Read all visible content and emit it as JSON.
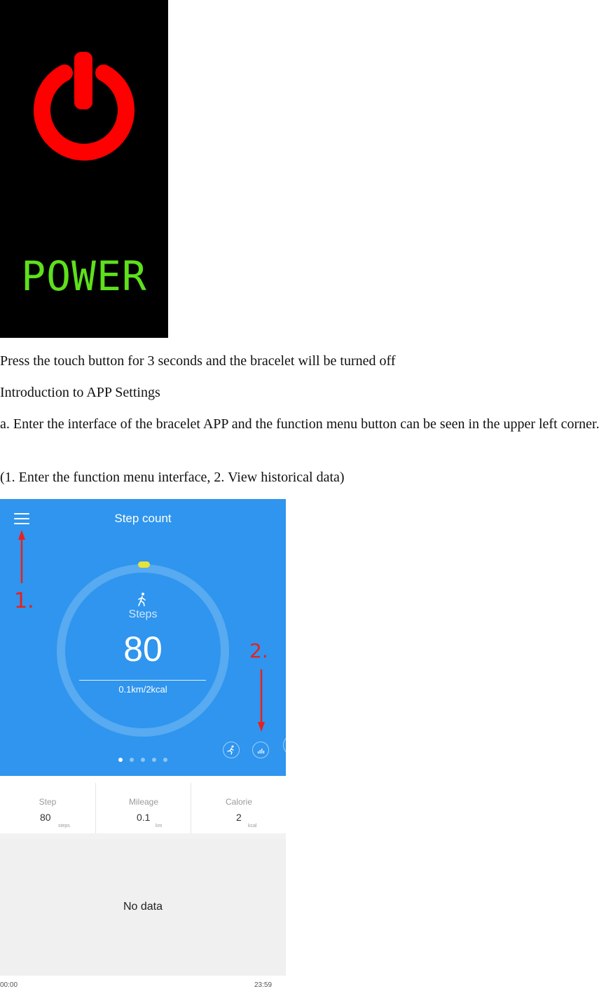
{
  "power_panel": {
    "label": "POWER",
    "icon": "power-icon",
    "icon_color": "#ff0000",
    "label_color": "#5ee01b"
  },
  "paragraphs": {
    "p1": "Press the touch button for 3 seconds and the bracelet will be turned off",
    "p2": "Introduction to APP Settings",
    "p3": "a. Enter the interface of the bracelet APP and the function menu button can be seen in the upper left corner.",
    "p4": "(1. Enter the function menu interface, 2. View historical data)"
  },
  "app": {
    "title": "Step count",
    "accent": "#2f95ee",
    "steps_label": "Steps",
    "steps_value": "80",
    "summary": "0.1km/2kcal",
    "annotation_1": "1.",
    "annotation_2": "2.",
    "annotation_color": "#e8211d",
    "page_dots": {
      "count": 5,
      "active_index": 0
    },
    "stats": [
      {
        "label": "Step",
        "value": "80",
        "unit": "steps"
      },
      {
        "label": "Mileage",
        "value": "0.1",
        "unit": "km"
      },
      {
        "label": "Calorie",
        "value": "2",
        "unit": "kcal"
      }
    ],
    "no_data": "No data",
    "time_start": "00:00",
    "time_end": "23:59"
  }
}
